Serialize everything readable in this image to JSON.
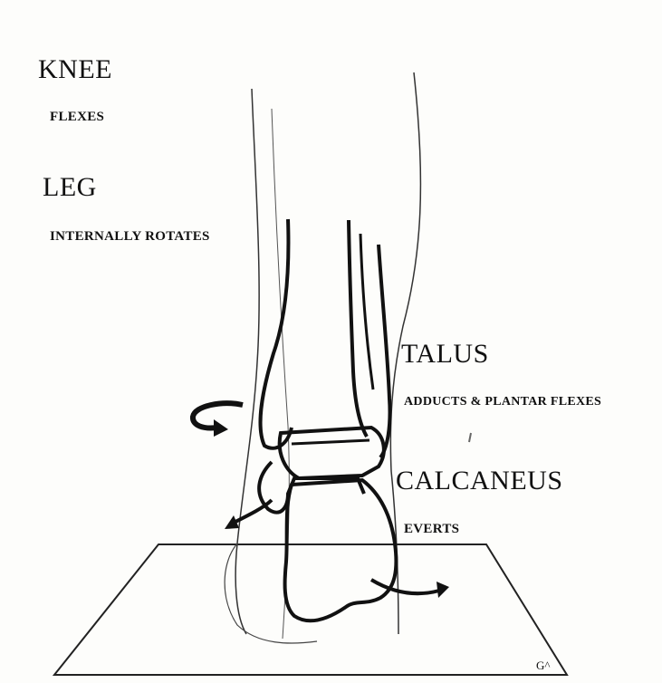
{
  "labels": {
    "knee": "KNEE",
    "knee_action": "FLEXES",
    "leg": "LEG",
    "leg_action": "INTERNALLY ROTATES",
    "talus": "TALUS",
    "talus_action": "ADDUCTS & PLANTAR FLEXES",
    "calcaneus": "CALCANEUS",
    "calcaneus_action": "EVERTS",
    "signature": "G^"
  },
  "colors": {
    "ink": "#111111",
    "background": "#fdfdfb"
  }
}
